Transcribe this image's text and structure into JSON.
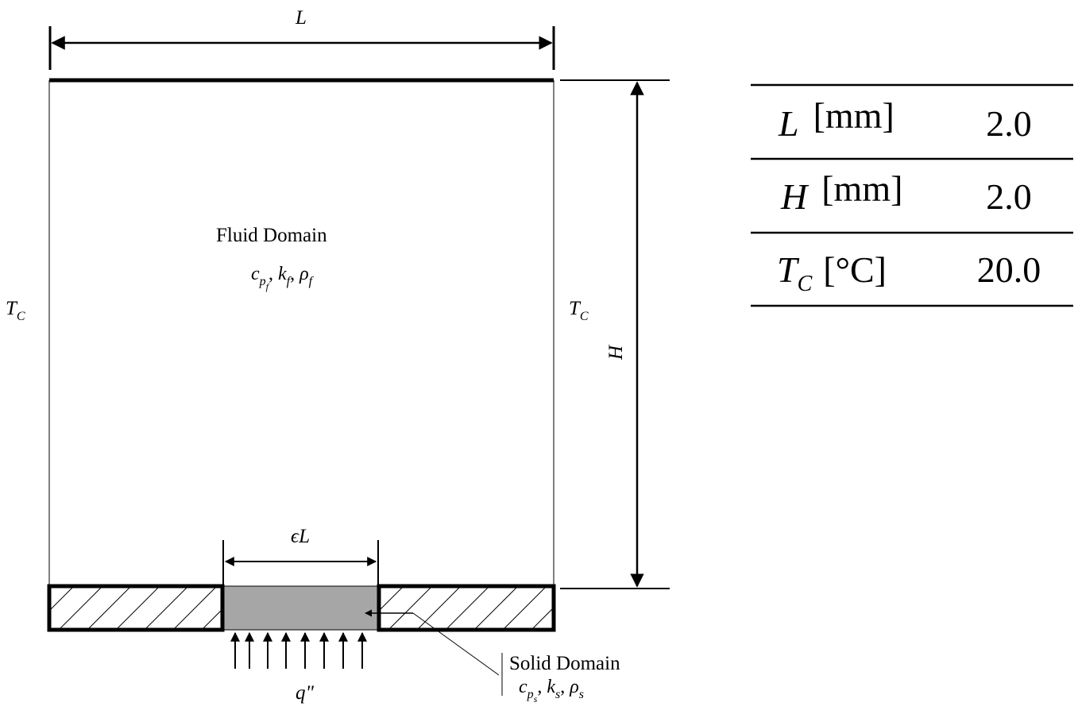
{
  "diagram": {
    "dim_width_label": "L",
    "dim_height_label": "H",
    "dim_heater_label": "ϵL",
    "left_wall_label": {
      "main": "T",
      "sub": "C"
    },
    "right_wall_label": {
      "main": "T",
      "sub": "C"
    },
    "fluid": {
      "title": "Fluid Domain",
      "props": [
        {
          "main": "c",
          "sub": "p",
          "subsub": "f"
        },
        {
          "main": "k",
          "sub": "f"
        },
        {
          "main": "ρ",
          "sub": "f"
        }
      ]
    },
    "solid": {
      "title": "Solid Domain",
      "props": [
        {
          "main": "c",
          "sub": "p",
          "subsub": "s"
        },
        {
          "main": "k",
          "sub": "s"
        },
        {
          "main": "ρ",
          "sub": "s"
        }
      ]
    },
    "heat_flux_label": "q\"",
    "colors": {
      "line": "#000000",
      "solid_fill": "#a6a6a6",
      "hatch": "#000000"
    }
  },
  "parameter_table": {
    "rows": [
      {
        "symbol": "L",
        "sub": "",
        "unit": "[mm]",
        "value": "2.0"
      },
      {
        "symbol": "H",
        "sub": "",
        "unit": "[mm]",
        "value": "2.0"
      },
      {
        "symbol": "T",
        "sub": "C",
        "unit": "[°C]",
        "value": "20.0"
      }
    ]
  }
}
